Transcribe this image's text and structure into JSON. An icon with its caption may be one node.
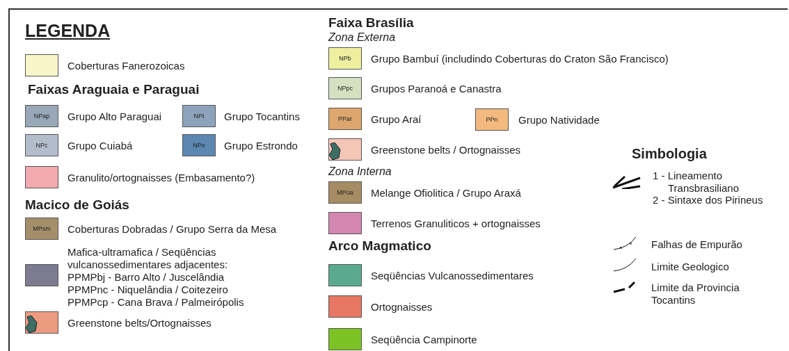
{
  "diagram": {
    "title": "LEGENDA",
    "labels": [
      "Faixas Araguaia e Paraguai",
      "NPap",
      "NPt",
      "NPc",
      "NPe",
      "Macico de Goiás",
      "MPsm",
      "Faixa Brasília",
      "Zona Externa",
      "NPb",
      "NPpc",
      "PPar",
      "PPn",
      "Zona Interna",
      "MPoa",
      "Arco Magmatico",
      "Simbologia"
    ],
    "legend": [
      {
        "text": "Coberturas Fanerozoicas",
        "color": "#f8f5c8"
      },
      {
        "text": "Grupo Alto Paraguai",
        "color": "#98a8b8"
      },
      {
        "text": "Grupo Tocantins",
        "color": "#8ca3bb"
      },
      {
        "text": "Grupo Cuiabá",
        "color": "#b3bccb"
      },
      {
        "text": "Grupo Estrondo",
        "color": "#5b87b1"
      },
      {
        "text": "Granulito/ortognaisses (Embasamento?)",
        "color": "#f2aab0"
      },
      {
        "text": "Coberturas Dobradas / Grupo Serra da Mesa",
        "color": "#a58f6b"
      },
      {
        "text": "Mafica-ultramafica / Seqüências vulcanossedimentares adjacentes: PPMPbj - Barro Alto / Juscelândia PPMPnc - Niquelândia / Coitezeiro PPMPcp - Cana Brava / Palmeirópolis",
        "color": "#7c7b90"
      },
      {
        "text": "Greenstone belts/Ortognaisses",
        "color": "#ec9a80"
      },
      {
        "text": "Grupo Bambuí (includindo Coberturas do Craton São Francisco)",
        "color": "#eef0a0"
      },
      {
        "text": "Grupos Paranoá e Canastra",
        "color": "#d4e0c0"
      },
      {
        "text": "Grupo Araí",
        "color": "#dca66e"
      },
      {
        "text": "Grupo Natividade",
        "color": "#f3b97e"
      },
      {
        "text": "Greenstone belts / Ortognaisses",
        "color": "#f5c6b6"
      },
      {
        "text": "Melange Ofiolitica / Grupo Araxá",
        "color": "#a68c63"
      },
      {
        "text": "Terrenos Granuliticos + ortognaisses",
        "color": "#d286b0"
      },
      {
        "text": "Seqüências Vulcanossedimentares",
        "color": "#5aaa90"
      },
      {
        "text": "Ortognaisses",
        "color": "#e57763"
      },
      {
        "text": "Seqüência Campinorte",
        "color": "#7dc224"
      },
      {
        "text": "1 - Lineamento Transbrasiliano"
      },
      {
        "text": "2 - Sintaxe dos Pirineus"
      },
      {
        "text": "Falhas de Empurão"
      },
      {
        "text": "Limite Geologico"
      },
      {
        "text": "Limite da Provincia Tocantins"
      }
    ]
  }
}
